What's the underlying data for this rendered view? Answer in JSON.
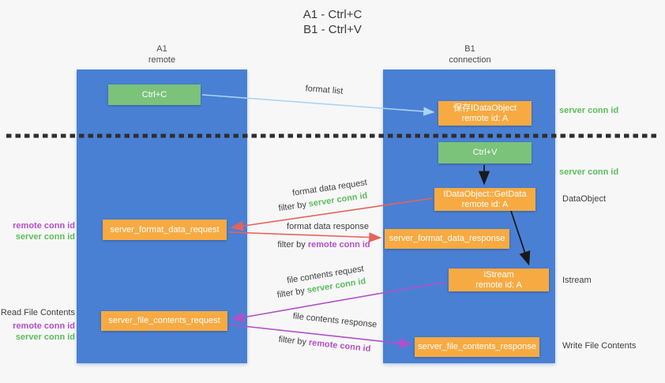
{
  "title": {
    "line1": "A1 - Ctrl+C",
    "line2": "B1 - Ctrl+V"
  },
  "lifelines": {
    "a1": {
      "name": "A1",
      "role": "remote"
    },
    "b1": {
      "name": "B1",
      "role": "connection"
    }
  },
  "nodes": {
    "ctrl_c": {
      "label": "Ctrl+C"
    },
    "ctrl_v": {
      "label": "Ctrl+V"
    },
    "save_dataobject": {
      "line1": "保存IDataObject",
      "line2": "remote id: A"
    },
    "getdata": {
      "line1": "IDataObject::GetData",
      "line2": "remote id: A"
    },
    "istream": {
      "line1": "IStream",
      "line2": "remote id: A"
    },
    "format_request": {
      "label": "server_format_data_request"
    },
    "format_response": {
      "label": "server_format_data_response"
    },
    "file_request": {
      "label": "server_file_contents_request"
    },
    "file_response": {
      "label": "server_file_contents_response"
    }
  },
  "annotations": {
    "server_conn_id": "server conn id",
    "remote_conn_id": "remote conn id",
    "dataobject": "DataObject",
    "istream": "Istream",
    "read_file_contents": "Read File Contents",
    "write_file_contents": "Write File Contents"
  },
  "messages": {
    "format_list": "format list",
    "format_data_request": "format data request",
    "format_data_response": "format data response",
    "file_contents_request": "file contents request",
    "file_contents_response": "file contents response",
    "filter_by": "filter by"
  },
  "colors": {
    "lifeline_blue": "#4a80d4",
    "action_green": "#7bc27b",
    "node_orange": "#f7aa42",
    "arrow_lightblue": "#aad4f2",
    "arrow_red": "#e7625a",
    "arrow_purple": "#b44fc8",
    "arrow_black": "#1a1a1a",
    "text_green": "#5dbd5d",
    "text_purple": "#b44fc8",
    "text_dark": "#3d3d3d"
  }
}
